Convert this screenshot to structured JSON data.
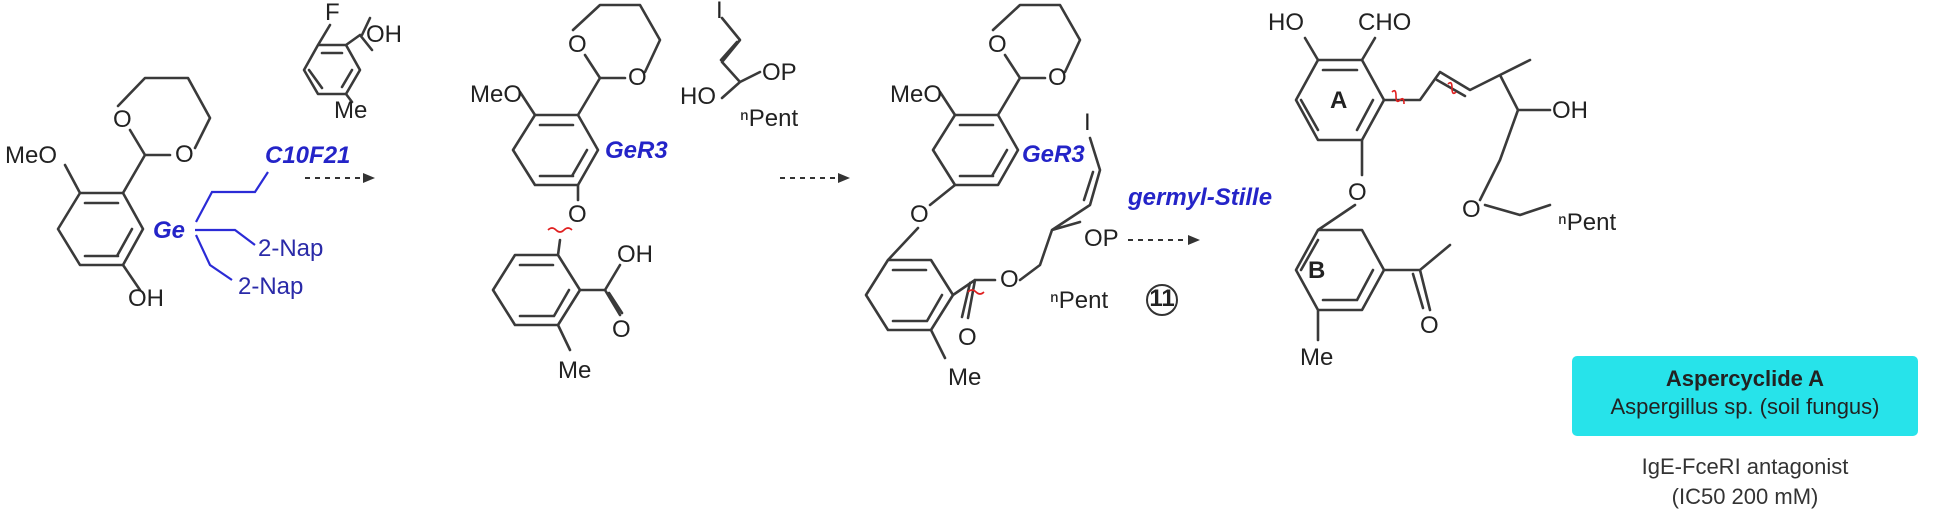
{
  "start_material": {
    "meo": "MeO",
    "ge": "Ge",
    "chain": "C10F21",
    "nap1": "2-Nap",
    "nap2": "2-Nap",
    "oh": "OH"
  },
  "reagent1": {
    "f": "F",
    "oh": "OH",
    "me": "Me"
  },
  "intermediate1": {
    "meo": "MeO",
    "ger3": "GeR3",
    "o": "O",
    "oh": "OH",
    "o2": "O",
    "me": "Me"
  },
  "reagent2": {
    "i": "I",
    "op": "OP",
    "ho": "HO",
    "pent": "ⁿPent"
  },
  "intermediate2": {
    "meo": "MeO",
    "ger3": "GeR3",
    "o": "O",
    "i": "I",
    "op": "OP",
    "o_ester": "O",
    "o_carbonyl": "O",
    "pent": "ⁿPent",
    "me": "Me"
  },
  "step": {
    "label": "germyl-Stille",
    "number": "11"
  },
  "product": {
    "ho": "HO",
    "cho": "CHO",
    "ring_a": "A",
    "ring_b": "B",
    "oh": "OH",
    "o_bridge": "O",
    "o_ester": "O",
    "o_carbonyl": "O",
    "pent": "ⁿPent",
    "me": "Me",
    "name": "Aspercyclide A",
    "source": "Aspergillus sp. (soil fungus)",
    "activity": "IgE-FceRI antagonist",
    "ic50": "(IC50 200 mM)"
  },
  "colors": {
    "accent": "#2424c8",
    "box": "#27e3ea",
    "wavy": "#e02020"
  }
}
